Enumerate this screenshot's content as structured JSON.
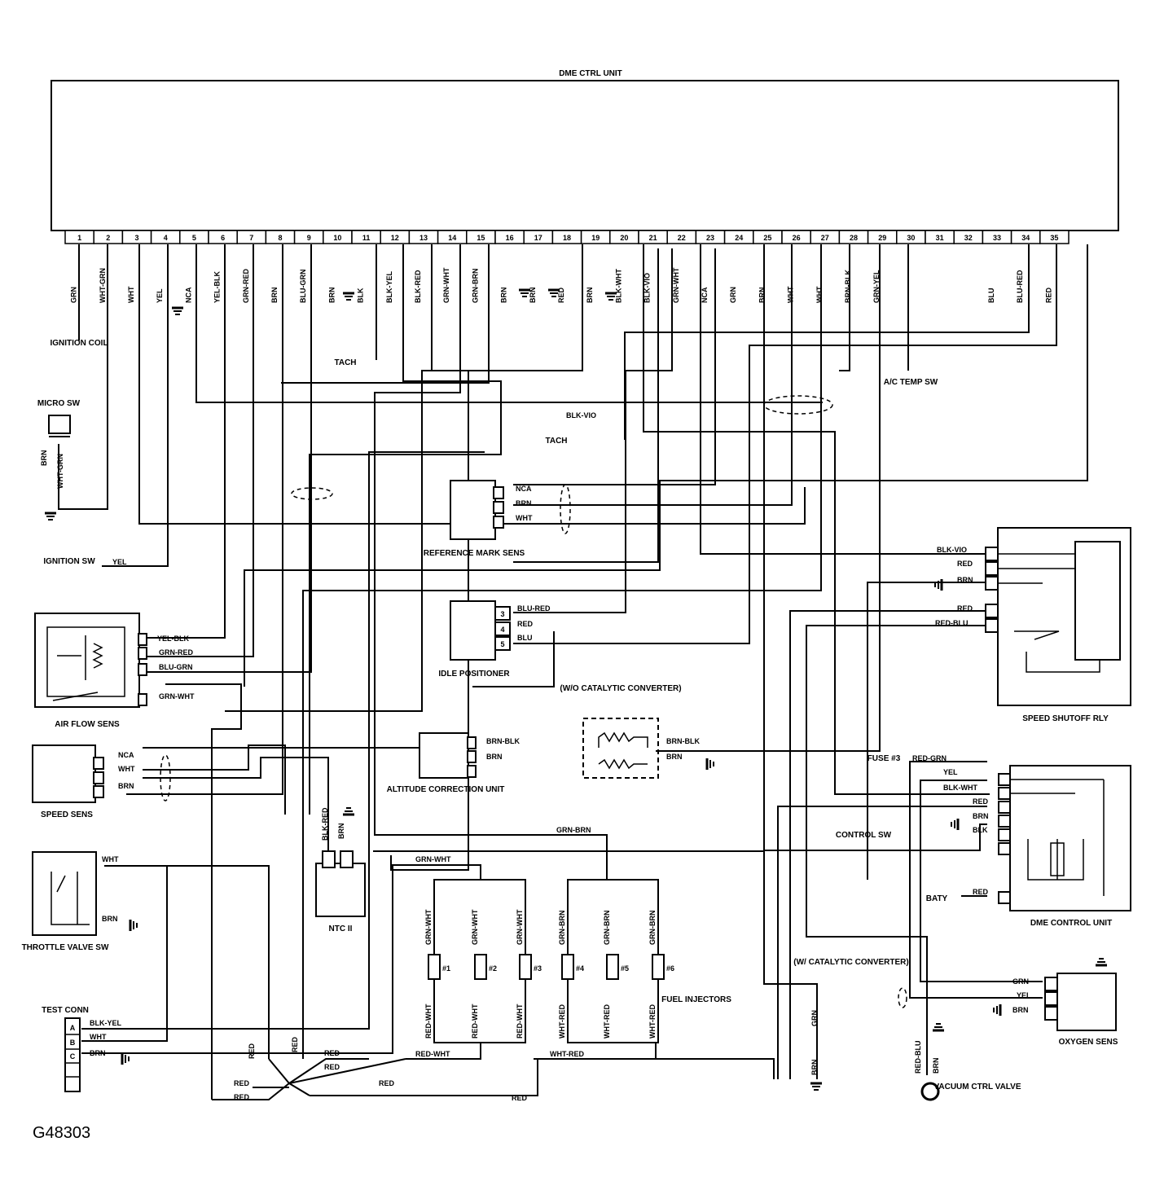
{
  "ecu": {
    "title": "DME CTRL UNIT"
  },
  "pins": [
    "1",
    "2",
    "3",
    "4",
    "5",
    "6",
    "7",
    "8",
    "9",
    "10",
    "11",
    "12",
    "13",
    "14",
    "15",
    "16",
    "17",
    "18",
    "19",
    "20",
    "21",
    "22",
    "23",
    "24",
    "25",
    "26",
    "27",
    "28",
    "29",
    "30",
    "31",
    "32",
    "33",
    "34",
    "35"
  ],
  "pin_wires": [
    "GRN",
    "WHT-GRN",
    "WHT",
    "YEL",
    "NCA",
    "YEL-BLK",
    "GRN-RED",
    "BRN",
    "BLU-GRN",
    "BRN",
    "BLK",
    "BLK-YEL",
    "BLK-RED",
    "GRN-WHT",
    "GRN-BRN",
    "BRN",
    "BRN",
    "RED",
    "BRN",
    "BLK-WHT",
    "BLK-VIO",
    "GRN-WHT",
    "NCA",
    "GRN",
    "BRN",
    "WHT",
    "WHT",
    "BRN-BLK",
    "GRN-YEL",
    "",
    "",
    "",
    "BLU",
    "BLU-RED",
    "RED"
  ],
  "components": {
    "ignition_coil": "IGNITION COIL",
    "micro_sw": "MICRO SW",
    "ignition_sw": "IGNITION SW",
    "air_flow_sens": "AIR FLOW SENS",
    "speed_sens": "SPEED SENS",
    "throttle_valve_sw": "THROTTLE VALVE SW",
    "test_conn": "TEST CONN",
    "reference_mark_sens": "REFERENCE MARK SENS",
    "idle_positioner": "IDLE POSITIONER",
    "altitude_correction_unit": "ALTITUDE CORRECTION UNIT",
    "ntc_ii": "NTC II",
    "fuel_injectors": "FUEL INJECTORS",
    "ac_temp_sw": "A/C TEMP SW",
    "speed_shutoff_rly": "SPEED SHUTOFF RLY",
    "dme_control_unit": "DME CONTROL UNIT",
    "control_sw": "CONTROL SW",
    "baty": "BATY",
    "fuse": "FUSE #3",
    "oxygen_sens": "OXYGEN SENS",
    "vacuum_ctrl_valve": "VACUUM CTRL VALVE",
    "wo_catalytic": "(W/O CATALYTIC CONVERTER)",
    "w_catalytic": "(W/ CATALYTIC CONVERTER)",
    "tach1": "TACH",
    "tach2": "TACH"
  },
  "wires": {
    "micro_brn": "BRN",
    "micro_whtgrn": "WHT-GRN",
    "ign_yel": "YEL",
    "afs_1": "YEL-BLK",
    "afs_2": "GRN-RED",
    "afs_3": "BLU-GRN",
    "afs_4": "GRN-WHT",
    "ss_1": "NCA",
    "ss_2": "WHT",
    "ss_3": "BRN",
    "tv_wht": "WHT",
    "tv_brn": "BRN",
    "tc_a": "BLK-YEL",
    "tc_b": "WHT",
    "tc_c": "BRN",
    "rm_1": "NCA",
    "rm_2": "BRN",
    "rm_3": "WHT",
    "ip_1": "BLU-RED",
    "ip_2": "RED",
    "ip_3": "BLU",
    "acu_1": "BRN-BLK",
    "acu_2": "BRN",
    "acu_3": "BRN-BLK",
    "acu_4": "BRN",
    "ntc_1": "BLK-RED",
    "ntc_2": "BRN",
    "inj_bus1": "GRN-WHT",
    "inj_bus2": "GRN-BRN",
    "inj_bot1": "RED-WHT",
    "inj_bot2": "WHT-RED",
    "red1": "RED",
    "red2": "RED",
    "red3": "RED",
    "red4": "RED",
    "red5": "RED",
    "red6": "RED",
    "red7": "RED",
    "red8": "RED",
    "tach_blkvio": "BLK-VIO",
    "sr_1": "BLK-VIO",
    "sr_2": "RED",
    "sr_3": "BRN",
    "sr_4": "RED",
    "sr_5": "RED-BLU",
    "dcu_1": "RED-GRN",
    "dcu_2": "YEL",
    "dcu_3": "BLK-WHT",
    "dcu_4": "RED",
    "dcu_5": "BRN",
    "dcu_6": "BLK",
    "dcu_7": "RED",
    "ox_1": "GRN",
    "ox_2": "YEL",
    "ox_3": "BRN",
    "gnd_grn": "GRN",
    "gnd_brn": "BRN",
    "vcv_1": "RED-BLU",
    "vcv_2": "BRN"
  },
  "injectors": [
    {
      "num": "#1",
      "top": "GRN-WHT",
      "bottom": "RED-WHT"
    },
    {
      "num": "#2",
      "top": "GRN-WHT",
      "bottom": "RED-WHT"
    },
    {
      "num": "#3",
      "top": "GRN-WHT",
      "bottom": "RED-WHT"
    },
    {
      "num": "#4",
      "top": "GRN-BRN",
      "bottom": "WHT-RED"
    },
    {
      "num": "#5",
      "top": "GRN-BRN",
      "bottom": "WHT-RED"
    },
    {
      "num": "#6",
      "top": "GRN-BRN",
      "bottom": "WHT-RED"
    }
  ],
  "test_pins": [
    "A",
    "B",
    "C"
  ],
  "ip_pins": [
    "3",
    "4",
    "5"
  ],
  "figure_code": "G48303"
}
